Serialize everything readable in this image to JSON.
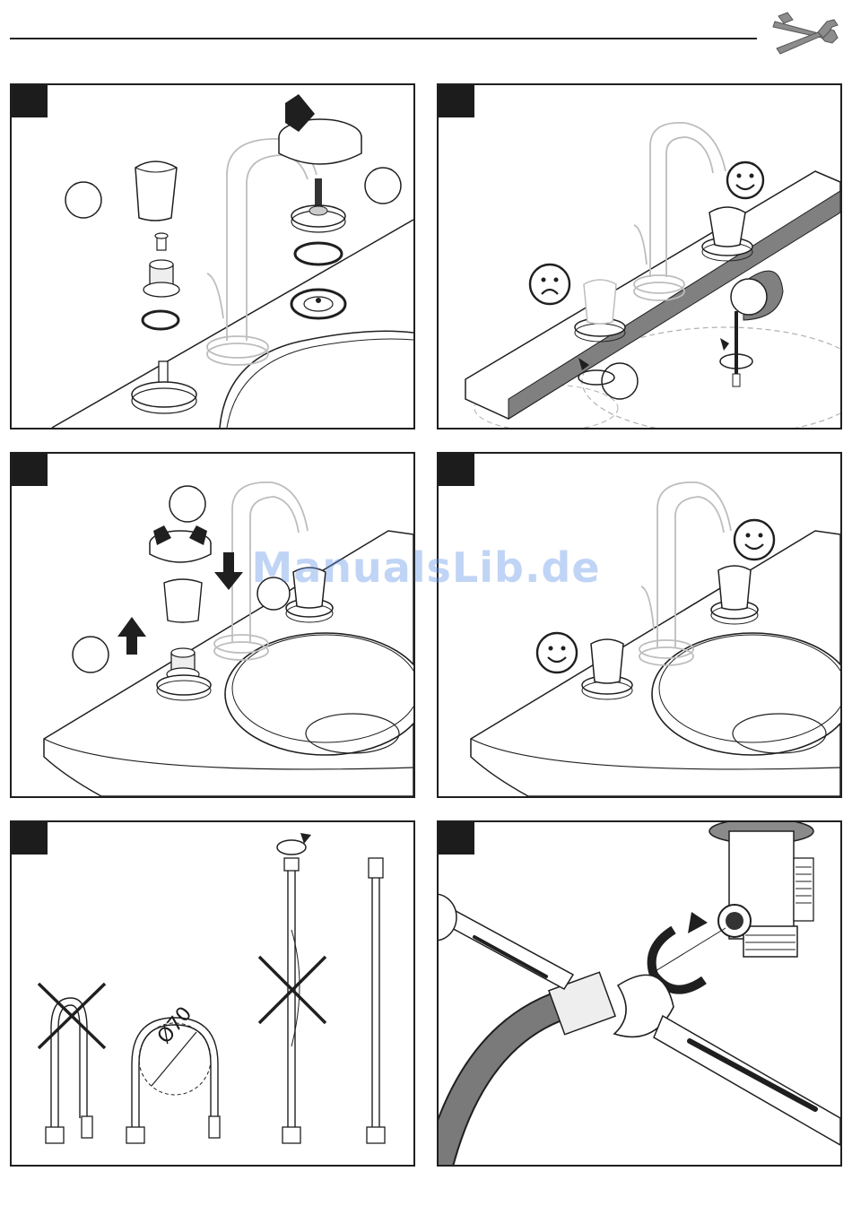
{
  "header": {
    "icon": "tools-icon"
  },
  "panels": [
    {
      "id": "panel-1",
      "icons": [
        "handle-icon",
        "screw-icon",
        "cartridge-icon",
        "ring-icon",
        "rotate-arrow-icon"
      ]
    },
    {
      "id": "panel-2",
      "icons": [
        "smiley-happy-icon",
        "smiley-sad-icon",
        "screwdriver-icon"
      ]
    },
    {
      "id": "panel-3",
      "icons": [
        "arrow-up-icon",
        "arrow-down-icon",
        "rotate-arrow-icon"
      ]
    },
    {
      "id": "panel-4",
      "icons": [
        "smiley-happy-icon",
        "smiley-happy-icon"
      ]
    },
    {
      "id": "panel-5",
      "bend_label": "Ø70",
      "icons": [
        "cross-icon",
        "hose-icon"
      ]
    },
    {
      "id": "panel-6",
      "icons": [
        "wrench-icon",
        "rotate-arrow-icon"
      ]
    }
  ],
  "watermark": "ManualsLib.de",
  "colors": {
    "line": "#1f1f1f",
    "ghost": "#c8c8c8",
    "hose": "#7a7a7a",
    "fill": "#eeeeee"
  }
}
